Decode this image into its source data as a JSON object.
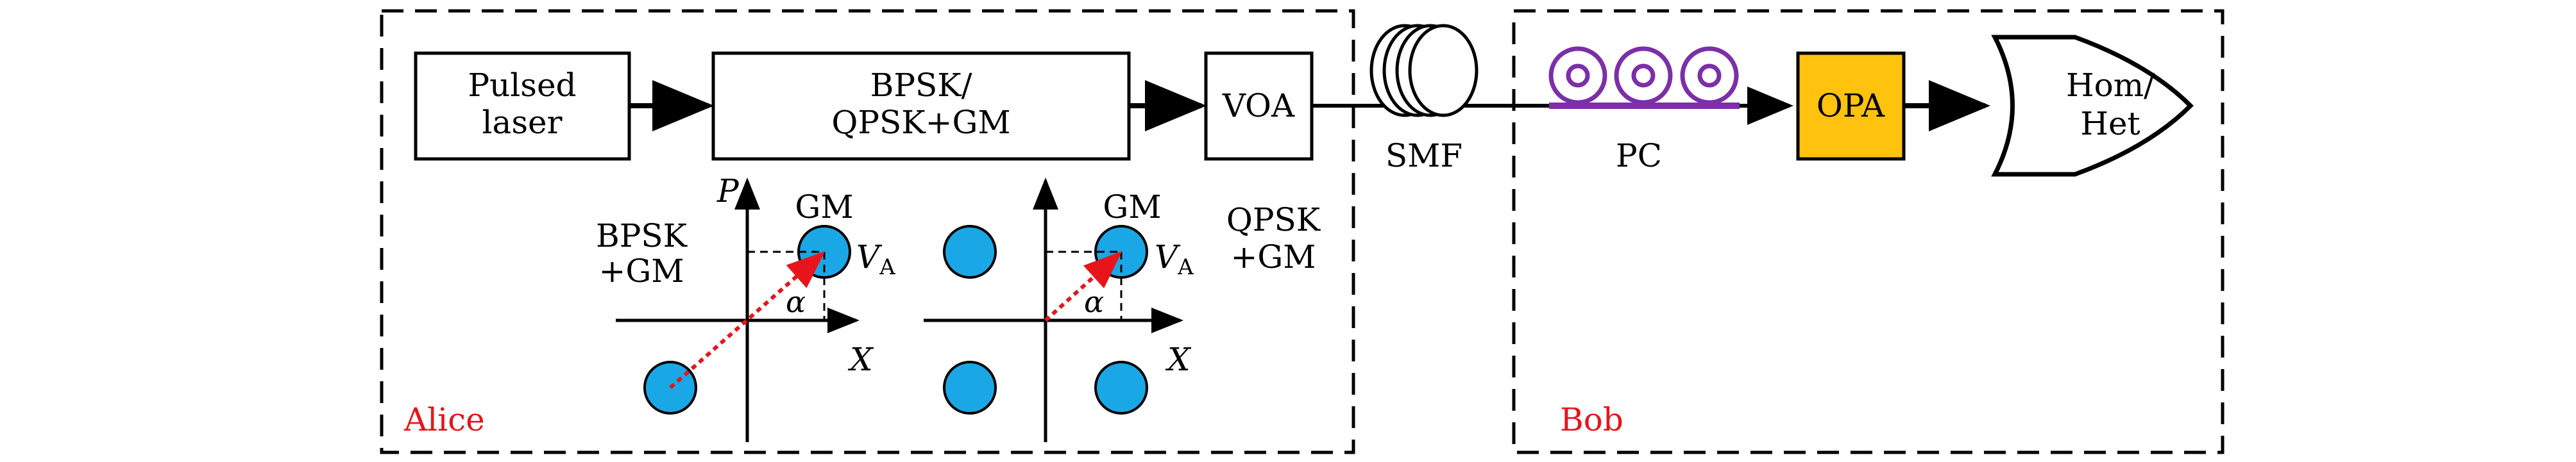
{
  "alice": {
    "region_label": "Alice",
    "source_line1": "Pulsed",
    "source_line2": "laser",
    "modulator_line1": "BPSK/",
    "modulator_line2": "QPSK+GM",
    "voa": "VOA"
  },
  "channel": {
    "fiber": "SMF"
  },
  "bob": {
    "region_label": "Bob",
    "pc": "PC",
    "opa": "OPA",
    "detector_line1": "Hom/",
    "detector_line2": "Het"
  },
  "constellations": {
    "bpsk_line1": "BPSK",
    "bpsk_line2": "+GM",
    "qpsk_line1": "QPSK",
    "qpsk_line2": "+GM",
    "gm": "GM",
    "p_axis": "P",
    "x_axis": "X",
    "va_main": "V",
    "va_sub": "A",
    "alpha": "α"
  },
  "colors": {
    "region_label": "#e8141c",
    "constellation_point": "#1aa7e6",
    "opa_fill": "#ffc20e",
    "polarization_controller": "#7b2fa8",
    "vector_arrow": "#e8141c"
  }
}
